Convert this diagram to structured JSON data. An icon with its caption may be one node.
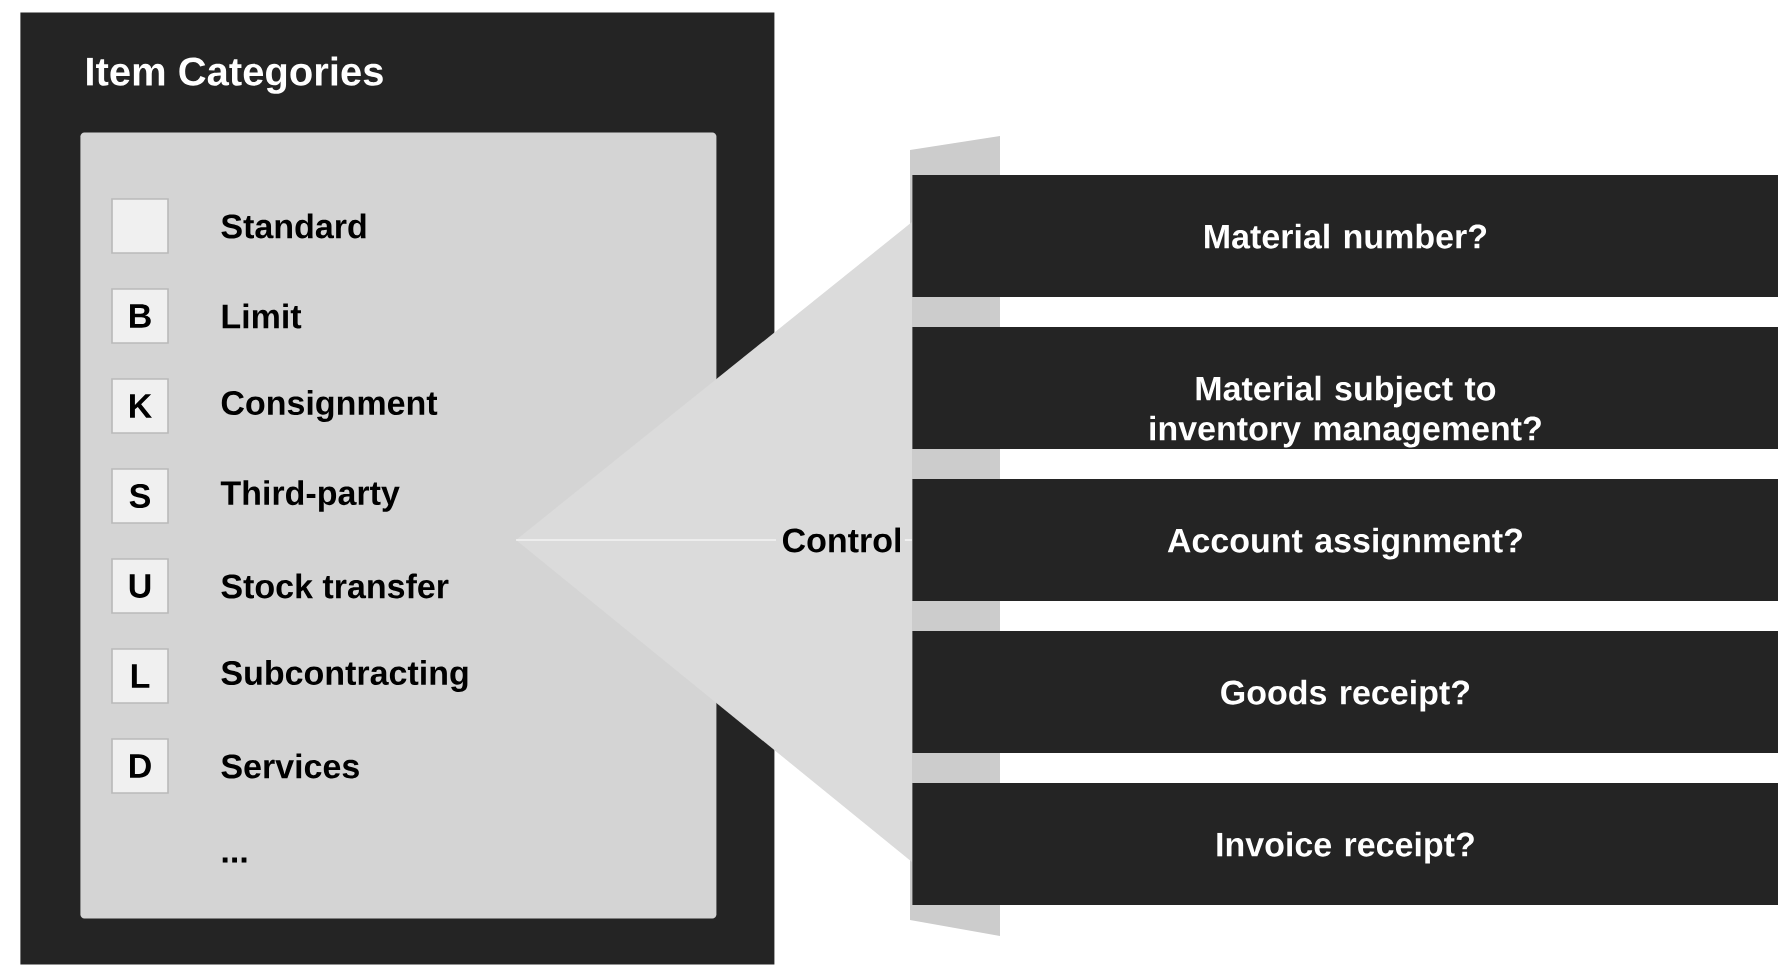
{
  "diagram": {
    "nodes": [
      {
        "text": [
          "Item Categories"
        ]
      },
      {
        "text": [],
        "shape": "box",
        "in": 0
      },
      {
        "text": [],
        "shape": "box",
        "in": 1,
        "beside": [
          "Standard"
        ]
      },
      {
        "text": [
          "B"
        ],
        "in": 1,
        "beside": [
          "Limit"
        ]
      },
      {
        "text": [
          "K"
        ],
        "in": 1,
        "beside": [
          "Consignment"
        ]
      },
      {
        "text": [
          "S"
        ],
        "in": 1,
        "beside": [
          "Third-party"
        ]
      },
      {
        "text": [
          "U"
        ],
        "in": 1,
        "beside": [
          "Stock transfer"
        ]
      },
      {
        "text": [
          "L"
        ],
        "in": 1,
        "beside": [
          "Subcontracting"
        ]
      },
      {
        "text": [
          "D"
        ],
        "in": 1,
        "beside": [
          "Services"
        ]
      },
      {
        "text": [
          "Control"
        ]
      },
      {
        "text": [
          "Material number?"
        ]
      },
      {
        "text": [
          "Material subject to inventory management?"
        ]
      },
      {
        "text": [
          "Account assignment?"
        ]
      },
      {
        "text": [
          "Goods receipt?"
        ]
      },
      {
        "text": [
          "Invoice receipt?"
        ]
      }
    ],
    "edges": [
      {
        "from": 9,
        "to": 12,
        "arrow": "none"
      }
    ],
    "labels": [
      "..."
    ]
  }
}
